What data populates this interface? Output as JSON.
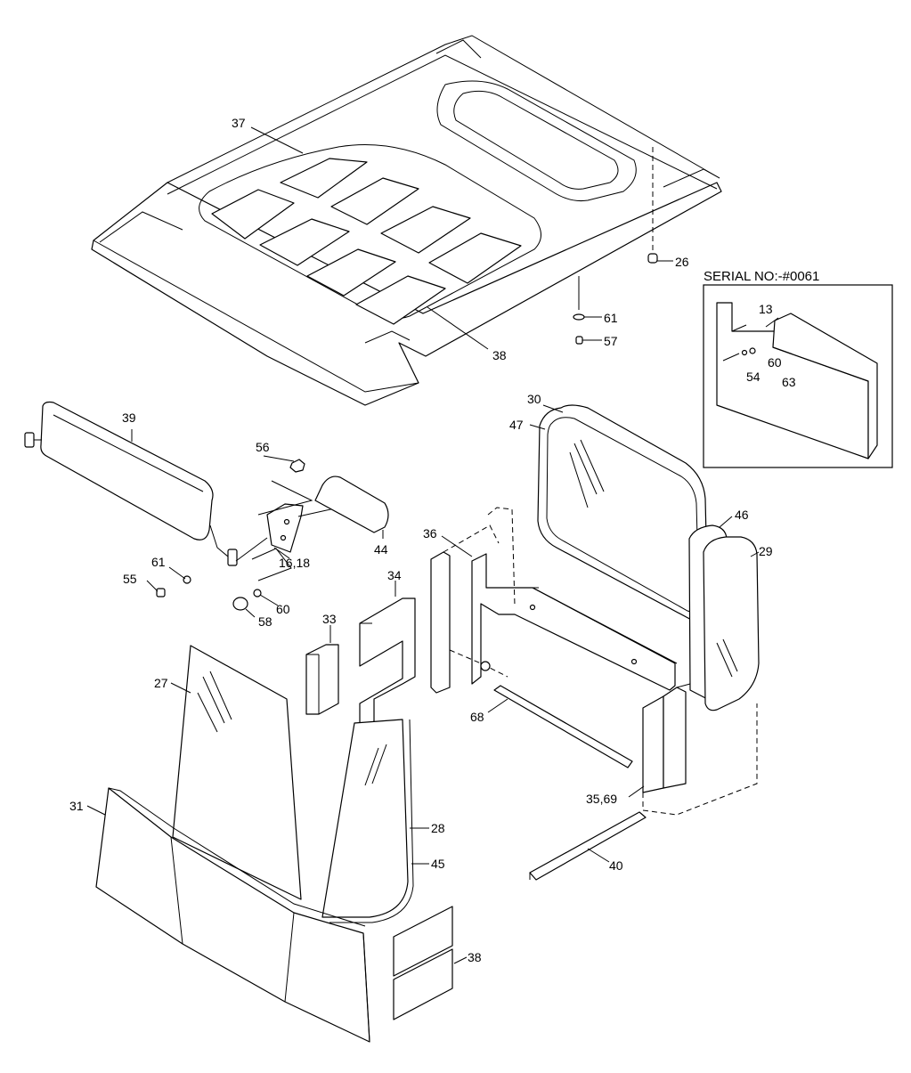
{
  "inset": {
    "title": "SERIAL NO:-#0061"
  },
  "callouts": [
    {
      "id": "c37",
      "text": "37"
    },
    {
      "id": "c26",
      "text": "26"
    },
    {
      "id": "c61a",
      "text": "61"
    },
    {
      "id": "c57",
      "text": "57"
    },
    {
      "id": "c38a",
      "text": "38"
    },
    {
      "id": "c13",
      "text": "13"
    },
    {
      "id": "c60a",
      "text": "60"
    },
    {
      "id": "c54",
      "text": "54"
    },
    {
      "id": "c63",
      "text": "63"
    },
    {
      "id": "c39",
      "text": "39"
    },
    {
      "id": "c56",
      "text": "56"
    },
    {
      "id": "c44",
      "text": "44"
    },
    {
      "id": "c1618",
      "text": "16,18"
    },
    {
      "id": "c61b",
      "text": "61"
    },
    {
      "id": "c55",
      "text": "55"
    },
    {
      "id": "c60b",
      "text": "60"
    },
    {
      "id": "c58",
      "text": "58"
    },
    {
      "id": "c30",
      "text": "30"
    },
    {
      "id": "c47",
      "text": "47"
    },
    {
      "id": "c46",
      "text": "46"
    },
    {
      "id": "c29",
      "text": "29"
    },
    {
      "id": "c36",
      "text": "36"
    },
    {
      "id": "c34",
      "text": "34"
    },
    {
      "id": "c33",
      "text": "33"
    },
    {
      "id": "c27",
      "text": "27"
    },
    {
      "id": "c68",
      "text": "68"
    },
    {
      "id": "c3569",
      "text": "35,69"
    },
    {
      "id": "c31",
      "text": "31"
    },
    {
      "id": "c28",
      "text": "28"
    },
    {
      "id": "c45",
      "text": "45"
    },
    {
      "id": "c40",
      "text": "40"
    },
    {
      "id": "c38b",
      "text": "38"
    }
  ]
}
